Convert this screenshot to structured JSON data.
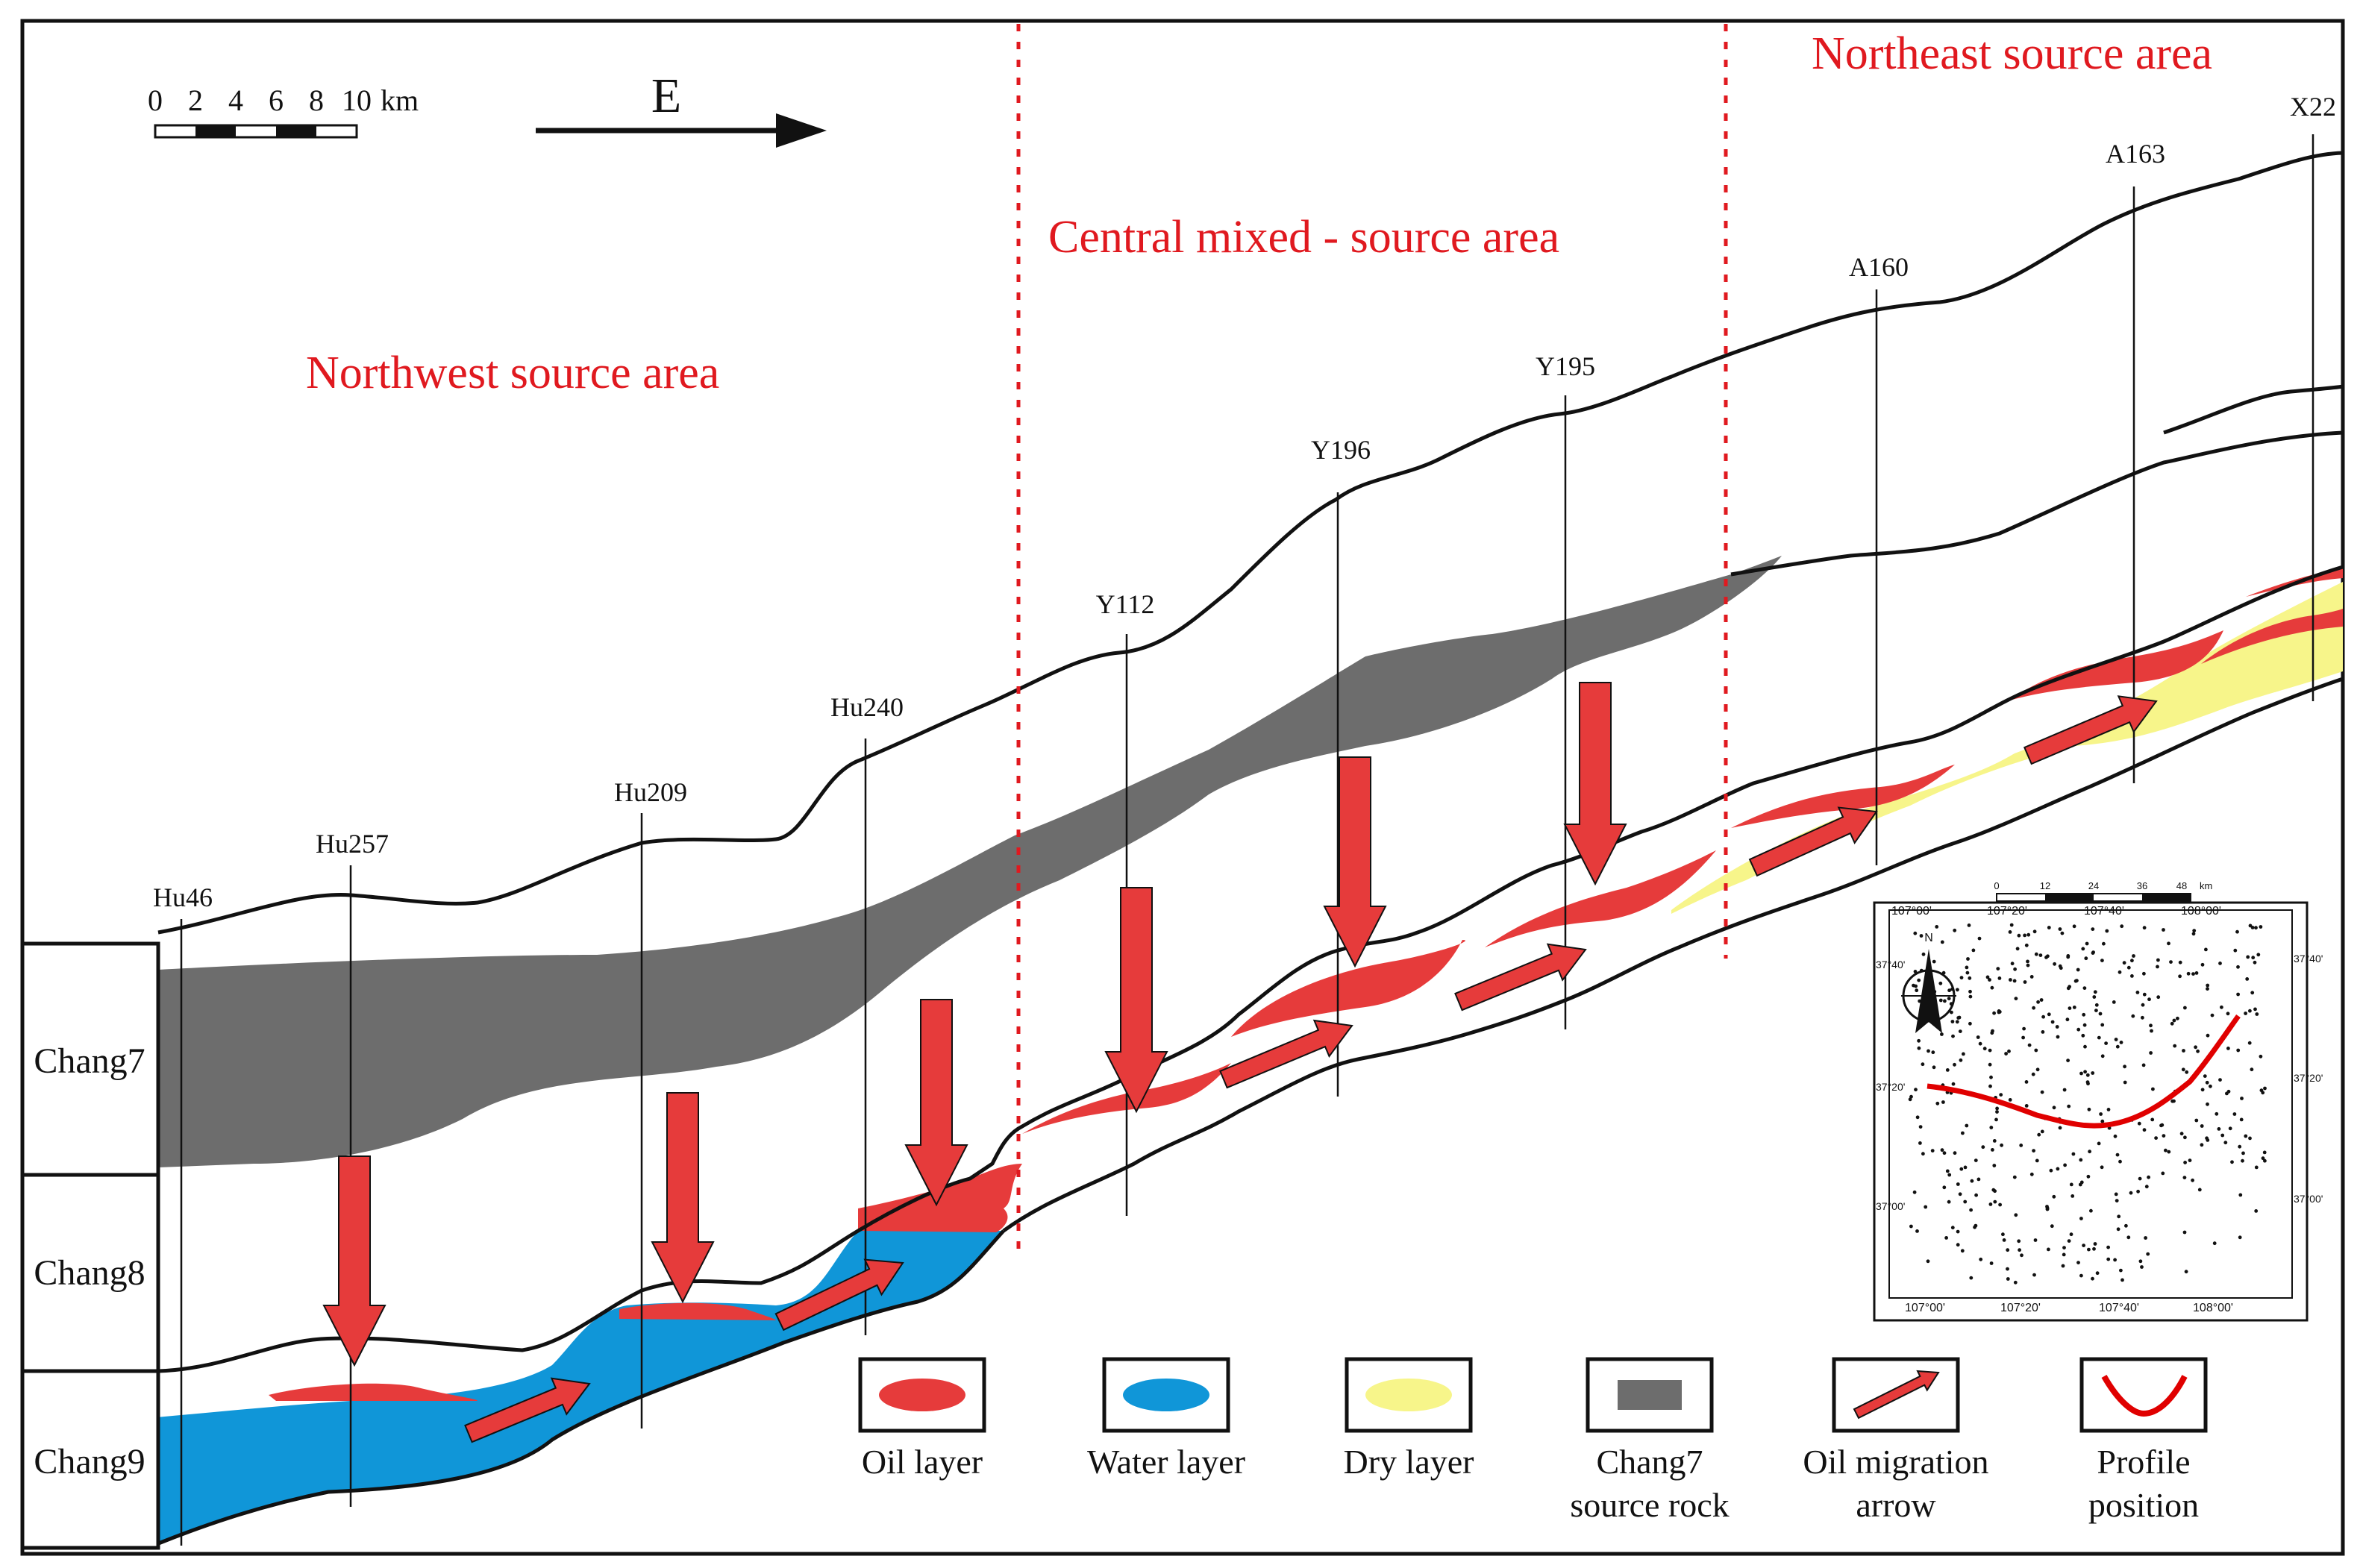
{
  "scale_bar": {
    "ticks": [
      "0",
      "2",
      "4",
      "6",
      "8",
      "10"
    ],
    "unit": "km"
  },
  "direction": {
    "label": "E"
  },
  "zones": {
    "northwest": "Northwest source area",
    "central": "Central mixed - source area",
    "northeast": "Northeast source area"
  },
  "wells": [
    "Hu46",
    "Hu257",
    "Hu209",
    "Hu240",
    "Y112",
    "Y196",
    "Y195",
    "A160",
    "A163",
    "X22"
  ],
  "strata": [
    "Chang7",
    "Chang8",
    "Chang9"
  ],
  "legend": [
    {
      "id": "oil",
      "label": "Oil layer",
      "label2": "",
      "color": "#e63b3b"
    },
    {
      "id": "water",
      "label": "Water layer",
      "label2": "",
      "color": "#1096d8"
    },
    {
      "id": "dry",
      "label": "Dry layer",
      "label2": "",
      "color": "#f7f58a"
    },
    {
      "id": "source",
      "label": "Chang7",
      "label2": "source rock",
      "color": "#6d6d6d"
    },
    {
      "id": "arrow",
      "label": "Oil migration",
      "label2": "arrow",
      "color": "#e63b3b"
    },
    {
      "id": "profile",
      "label": "Profile",
      "label2": "position",
      "color": "#e00000"
    }
  ],
  "inset": {
    "scale_ticks": [
      "0",
      "12",
      "24",
      "36",
      "48"
    ],
    "scale_unit": "km",
    "north": "N",
    "lon_labels": [
      "107°00'",
      "107°20'",
      "107°40'",
      "108°00'"
    ],
    "lat_labels_left": [
      "37°40'",
      "37°20'",
      "37°00'"
    ],
    "lat_labels_right": [
      "37°40'",
      "37°20'",
      "37°00'"
    ]
  },
  "colors": {
    "oil": "#e63b3b",
    "water": "#1096d8",
    "dry": "#f7f58a",
    "source_rock": "#6d6d6d",
    "zone_text": "#e0191f",
    "divider": "#e0191f"
  }
}
